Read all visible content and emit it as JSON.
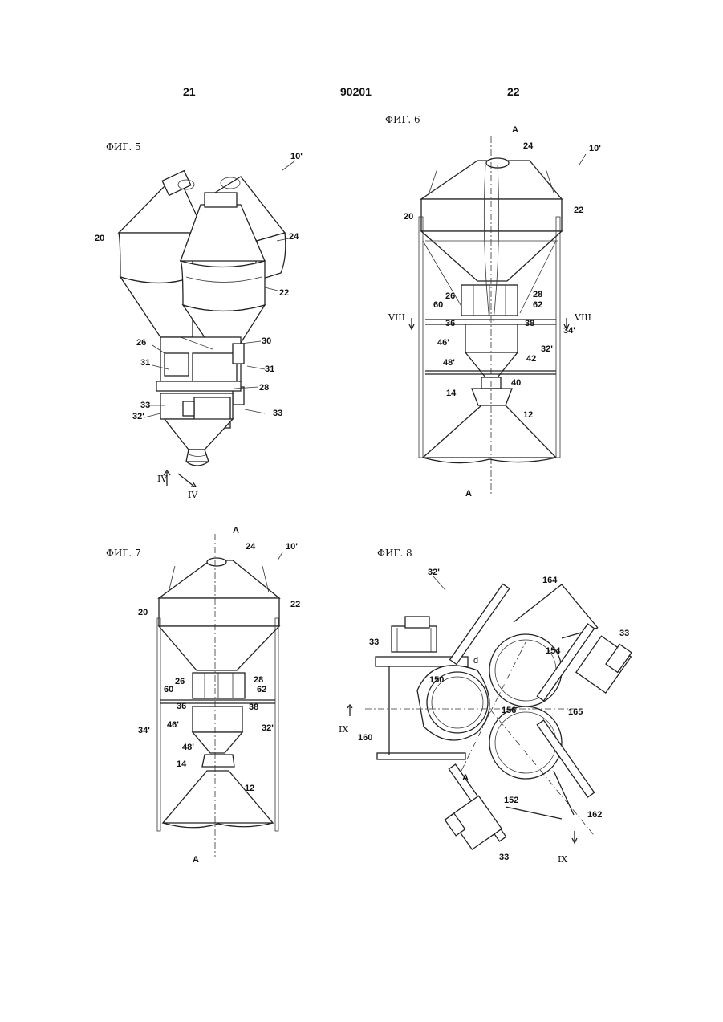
{
  "header": {
    "left_page": "21",
    "doc_number": "90201",
    "right_page": "22"
  },
  "figures": {
    "fig5": {
      "title": "ФИГ. 5",
      "ref": "10'",
      "labels": [
        "20",
        "24",
        "22",
        "26",
        "30",
        "31",
        "31",
        "28",
        "33",
        "33",
        "32'",
        "IV",
        "IV"
      ]
    },
    "fig6": {
      "title": "ФИГ. 6",
      "ref": "10'",
      "labels": [
        "A",
        "24",
        "20",
        "22",
        "26",
        "28",
        "60",
        "62",
        "VIII",
        "VIII",
        "36",
        "38",
        "34'",
        "46'",
        "32'",
        "42",
        "48'",
        "40",
        "14",
        "12",
        "A"
      ]
    },
    "fig7": {
      "title": "ФИГ. 7",
      "ref": "10'",
      "labels": [
        "A",
        "24",
        "20",
        "22",
        "26",
        "28",
        "60",
        "62",
        "36",
        "38",
        "46'",
        "32'",
        "34'",
        "48'",
        "14",
        "12",
        "A"
      ]
    },
    "fig8": {
      "title": "ФИГ. 8",
      "ref": "32'",
      "labels": [
        "164",
        "33",
        "33",
        "154",
        "d",
        "150",
        "156",
        "165",
        "IX",
        "160",
        "A",
        "152",
        "162",
        "33",
        "IX"
      ]
    }
  }
}
